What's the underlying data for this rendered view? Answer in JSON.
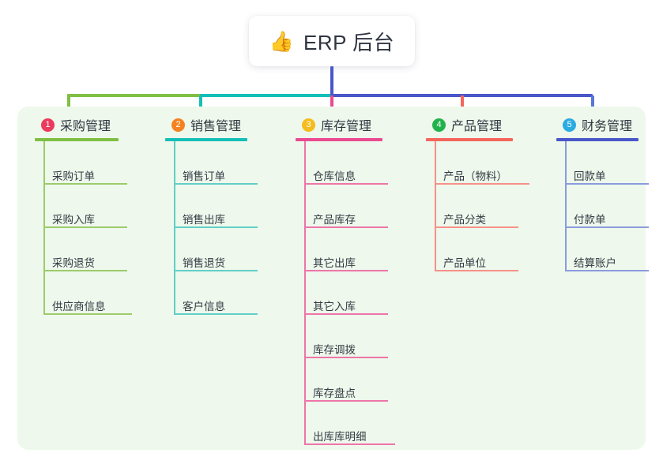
{
  "diagram": {
    "root": {
      "emoji": "👍",
      "icon_name": "thumbs-up-icon",
      "label": "ERP 后台"
    },
    "columns": [
      {
        "number": "1",
        "title": "采购管理",
        "badge_color": "#ea3b5c",
        "accent_color": "#7fbf43",
        "items": [
          "采购订单",
          "采购入库",
          "采购退货",
          "供应商信息"
        ]
      },
      {
        "number": "2",
        "title": "销售管理",
        "badge_color": "#f58220",
        "accent_color": "#14bfb8",
        "items": [
          "销售订单",
          "销售出库",
          "销售退货",
          "客户信息"
        ]
      },
      {
        "number": "3",
        "title": "库存管理",
        "badge_color": "#f5bc20",
        "accent_color": "#ea4a90",
        "items": [
          "仓库信息",
          "产品库存",
          "其它出库",
          "其它入库",
          "库存调拨",
          "库存盘点",
          "出库库明细"
        ]
      },
      {
        "number": "4",
        "title": "产品管理",
        "badge_color": "#22b24c",
        "accent_color": "#f4665c",
        "items": [
          "产品（物料）",
          "产品分类",
          "产品单位"
        ]
      },
      {
        "number": "5",
        "title": "财务管理",
        "badge_color": "#2aabe2",
        "accent_color": "#4a57c9",
        "items": [
          "回款单",
          "付款单",
          "结算账户"
        ]
      }
    ],
    "connector_colors": {
      "root_stem": "#4a57c9",
      "segment_left": "#7fbf43",
      "segment_mid": "#14bfb8",
      "segment_right": "#4a57c9"
    },
    "panel_background": "#eef8ec"
  }
}
